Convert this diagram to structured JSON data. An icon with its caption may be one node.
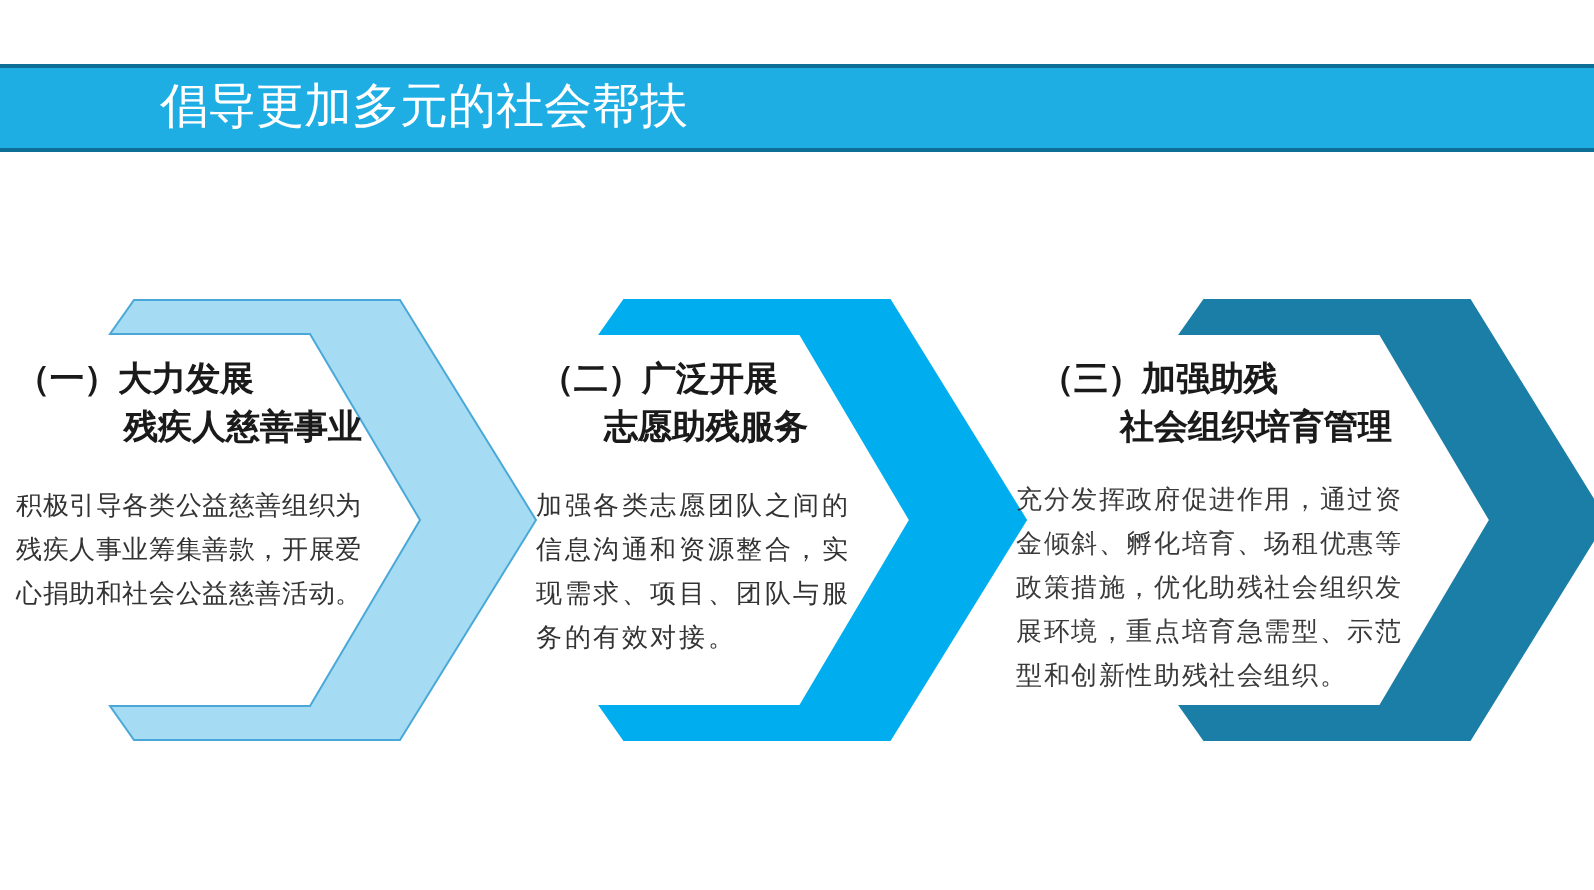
{
  "diagram": {
    "title": "倡导更加多元的社会帮扶",
    "nodes": [
      {
        "text": [
          "（一）大力发展残疾人慈善事业",
          "积极引导各类公益慈善组织为残疾人事业筹集善款，开展爱心捐助和社会公益慈善活动。"
        ]
      },
      {
        "text": [
          "（二）广泛开展志愿助残服务",
          "加强各类志愿团队之间的信息沟通和资源整合，实现需求、项目、团队与服务的有效对接。"
        ]
      },
      {
        "text": [
          "（三）加强助残社会组织培育管理",
          "充分发挥政府促进作用，通过资金倾斜、孵化培育、场租优惠等政策措施，优化助残社会组织发展环境，重点培育急需型、示范型和创新性助残社会组织。"
        ]
      }
    ],
    "edges": []
  }
}
